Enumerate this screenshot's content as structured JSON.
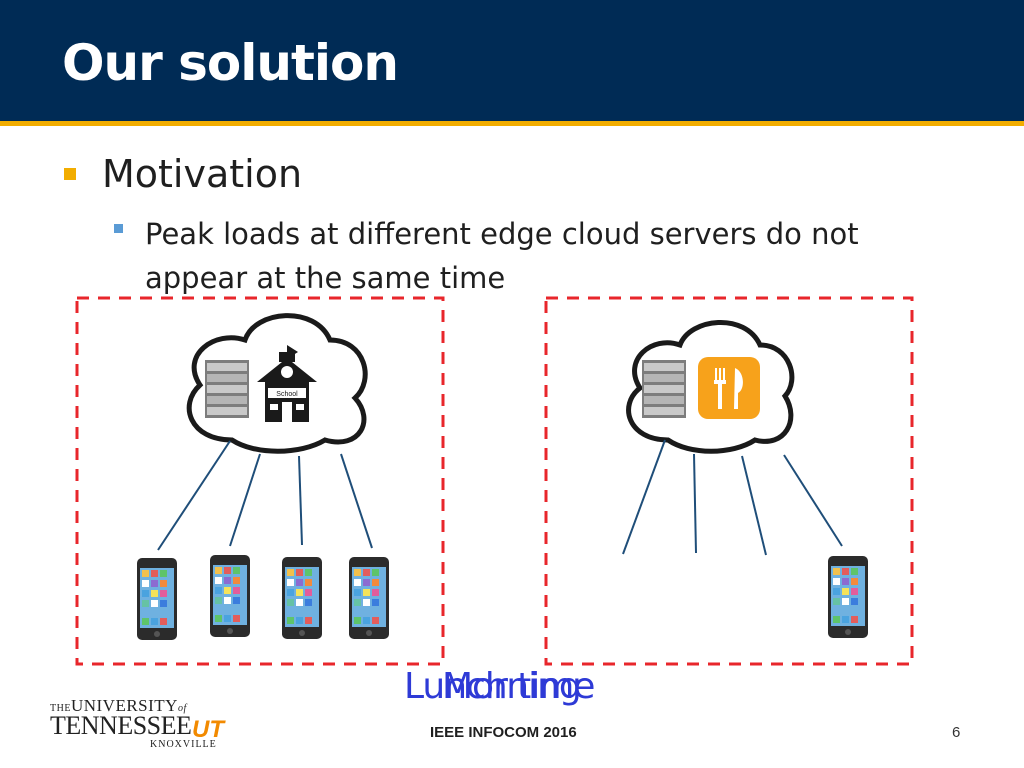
{
  "slide": {
    "title": "Our solution",
    "bullet_level1": "Motivation",
    "bullet_level2": "Peak loads at different edge cloud servers do not appear at the same time",
    "caption_overlap": [
      "Lunch time",
      "Morning"
    ],
    "footer": "IEEE INFOCOM 2016",
    "page_number": "6",
    "school_label": "School"
  },
  "logo": {
    "line1_a": "THE",
    "line1_b": "UNIVERSITY",
    "line1_c": "of",
    "line2": "TENNESSEE",
    "mark": "UT",
    "line3": "KNOXVILLE"
  },
  "colors": {
    "header": "#002b55",
    "accent": "#f2ad00",
    "caption": "#2e3ad6",
    "dash_box": "#e8262b",
    "link_line": "#1f4e79",
    "restaurant_icon": "#f7a21b"
  },
  "icons": [
    "server-rack-icon",
    "school-icon",
    "restaurant-icon",
    "smartphone-icon",
    "cloud-icon"
  ]
}
